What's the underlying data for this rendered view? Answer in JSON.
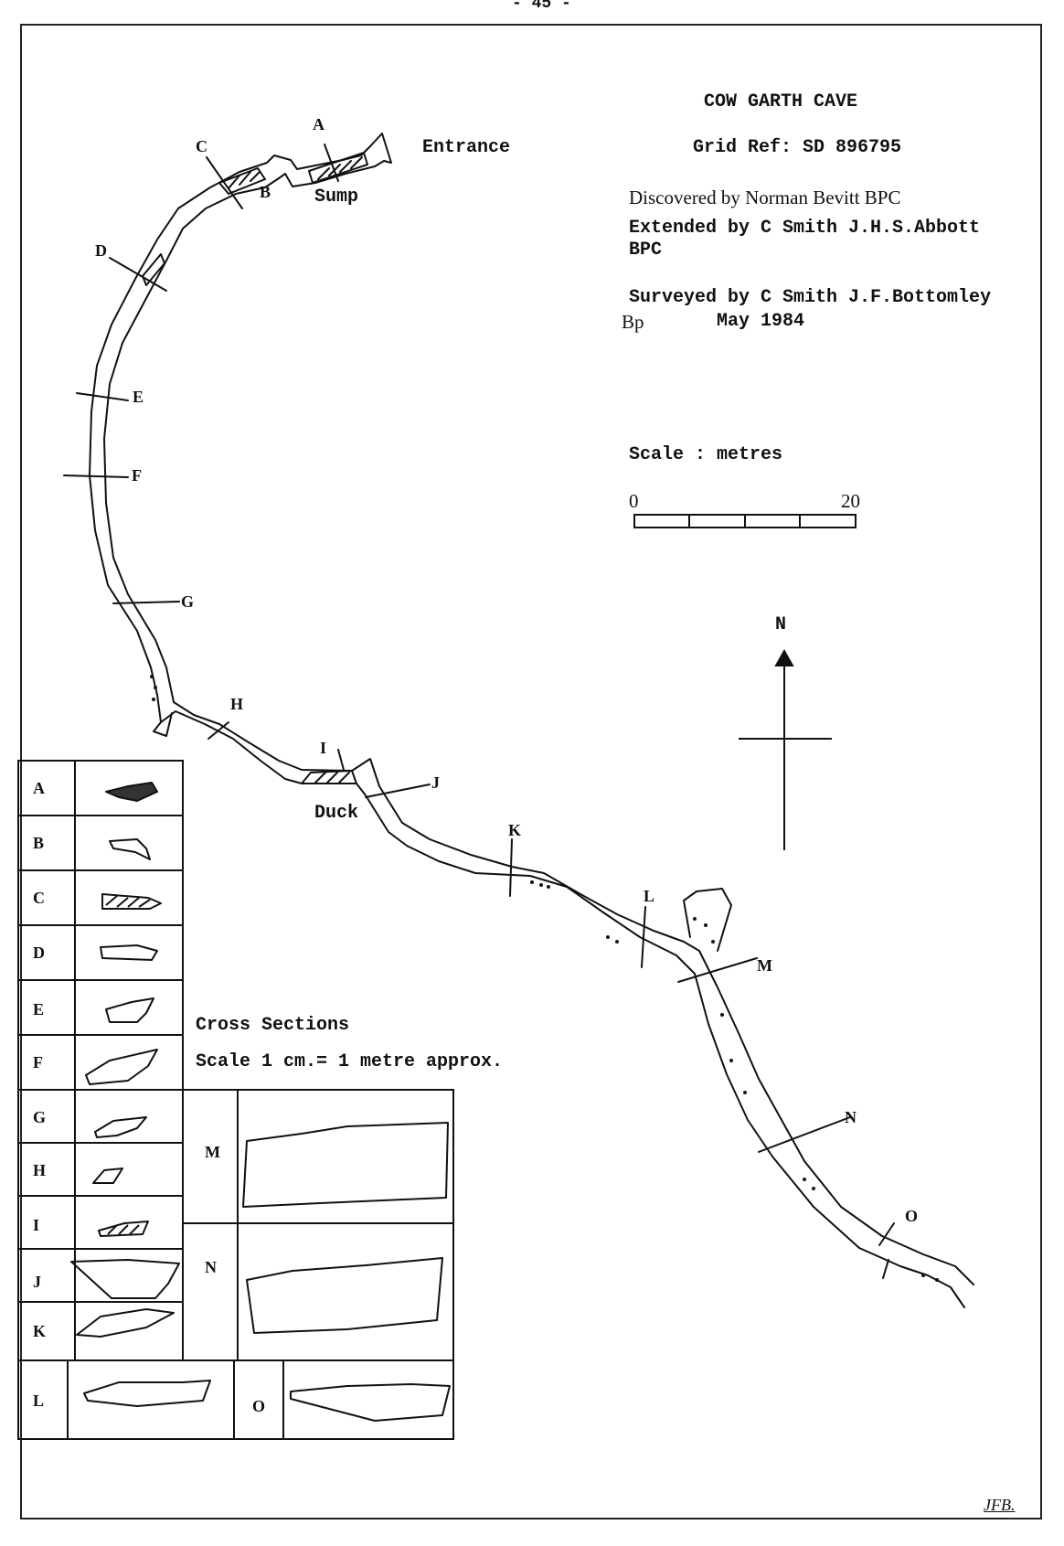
{
  "page_number": "- 45 -",
  "title": "COW GARTH CAVE",
  "grid_ref": "Grid Ref: SD 896795",
  "credits": {
    "discovered": "Discovered by Norman Bevitt BPC",
    "extended_1": "Extended by C Smith J.H.S.Abbott",
    "extended_2": "BPC",
    "surveyed_1": "Surveyed by C Smith J.F.Bottomley",
    "surveyed_2_a": "Bp",
    "surveyed_2_b": "May 1984"
  },
  "scale": {
    "label": "Scale : metres",
    "start": "0",
    "end": "20",
    "segments": 4
  },
  "north": "N",
  "map_labels": {
    "entrance": "Entrance",
    "sump": "Sump",
    "duck": "Duck",
    "stations": [
      "A",
      "B",
      "C",
      "D",
      "E",
      "F",
      "G",
      "H",
      "I",
      "J",
      "K",
      "L",
      "M",
      "N",
      "O"
    ]
  },
  "cross_sections": {
    "title": "Cross Sections",
    "scale": "Scale 1 cm.= 1 metre approx.",
    "rows_left": [
      "A",
      "B",
      "C",
      "D",
      "E",
      "F",
      "G",
      "H",
      "I",
      "J",
      "K",
      "L"
    ],
    "rows_right": [
      "M",
      "N",
      "O"
    ]
  },
  "signature": "JFB."
}
